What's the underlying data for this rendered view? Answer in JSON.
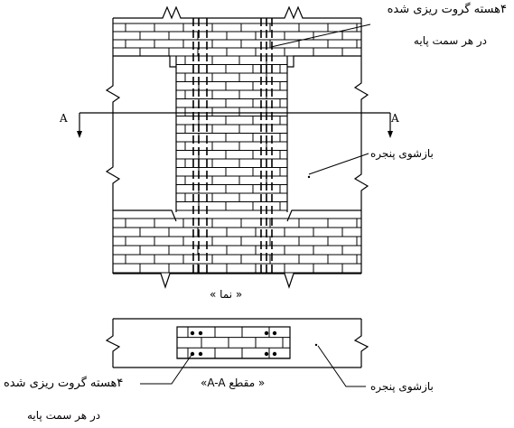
{
  "labels": {
    "grout_top_line1": "۴هسته گروت ریزی شده",
    "grout_top_line2": "در هر سمت پایه",
    "window_opening_top": "بازشوی پنجره",
    "section_marker_left": "A",
    "section_marker_right": "A",
    "elevation_caption": "« نما »",
    "section_caption": "« مقطع A-A»",
    "grout_bottom_line1": "۴هسته گروت ریزی شده",
    "grout_bottom_line2": "در هر سمت پایه",
    "window_opening_bottom": "بازشوی پنجره"
  },
  "colors": {
    "line": "#000000",
    "background": "#ffffff"
  }
}
